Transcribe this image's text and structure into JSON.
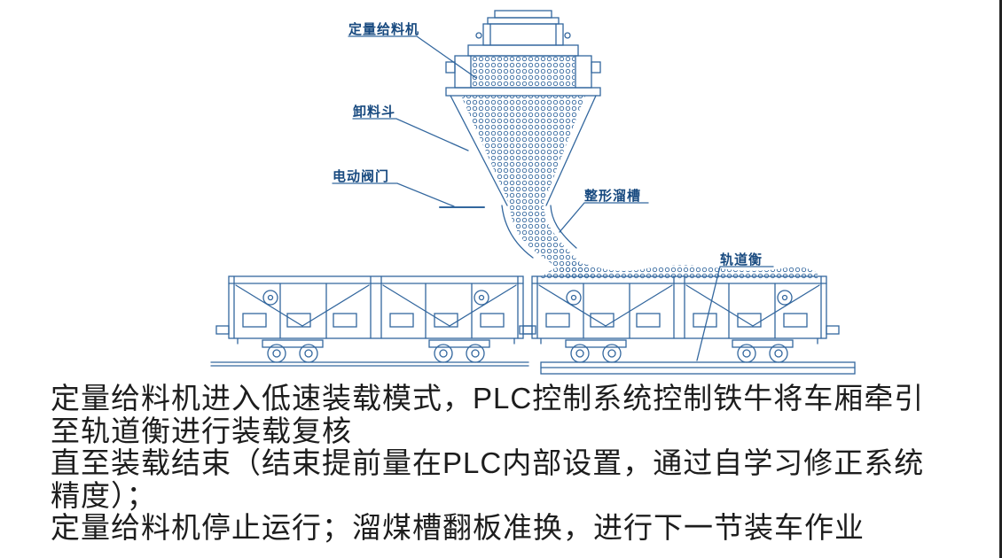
{
  "colors": {
    "diagram_line": "#33679e",
    "label_text": "#17497f",
    "body_text": "#1d1d1d",
    "background": "#ffffff"
  },
  "diagram": {
    "labels": {
      "feeder": "定量给料机",
      "hopper": "卸料斗",
      "valve": "电动阀门",
      "chute": "整形溜槽",
      "scale": "轨道衡"
    }
  },
  "body": {
    "lines": [
      "定量给料机进入低速装载模式，PLC控制系统控制铁牛将车厢牵引",
      "至轨道衡进行装载复核",
      "直至装载结束（结束提前量在PLC内部设置，通过自学习修正系统",
      "精度）；",
      "定量给料机停止运行；溜煤槽翻板准换，进行下一节装车作业"
    ]
  }
}
